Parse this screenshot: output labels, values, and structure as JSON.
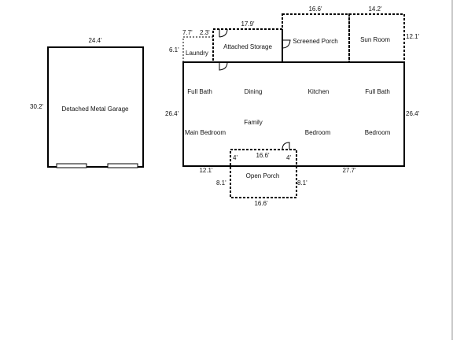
{
  "garage": {
    "label": "Detached Metal Garage",
    "width_dim": "24.4'",
    "height_dim": "30.2'"
  },
  "house": {
    "width_dim_left": "26.4'",
    "width_dim_right": "26.4'",
    "bottom_left_dim": "12.1'",
    "bottom_right_dim": "27.7'",
    "rooms": {
      "full_bath_left": "Full Bath",
      "dining": "Dining",
      "kitchen": "Kitchen",
      "full_bath_right": "Full Bath",
      "family": "Family",
      "main_bedroom": "Main Bedroom",
      "bedroom_center": "Bedroom",
      "bedroom_right": "Bedroom"
    }
  },
  "laundry": {
    "label": "Laundry",
    "width_dim": "7.7'",
    "height_dim": "6.1'"
  },
  "attached_storage": {
    "label": "Attached Storage",
    "width_dim": "17.9'",
    "small_dim": "2.3'"
  },
  "screened_porch": {
    "label": "Screened Porch",
    "width_dim": "16.6'"
  },
  "sun_room": {
    "label": "Sun Room",
    "width_dim": "14.2'",
    "height_dim": "12.1'"
  },
  "open_porch": {
    "label": "Open Porch",
    "top_dim": "16.6'",
    "bottom_dim": "16.6'",
    "left_dim": "8.1'",
    "right_dim": "8.1'",
    "inner_left": "4'",
    "inner_right": "4'"
  }
}
